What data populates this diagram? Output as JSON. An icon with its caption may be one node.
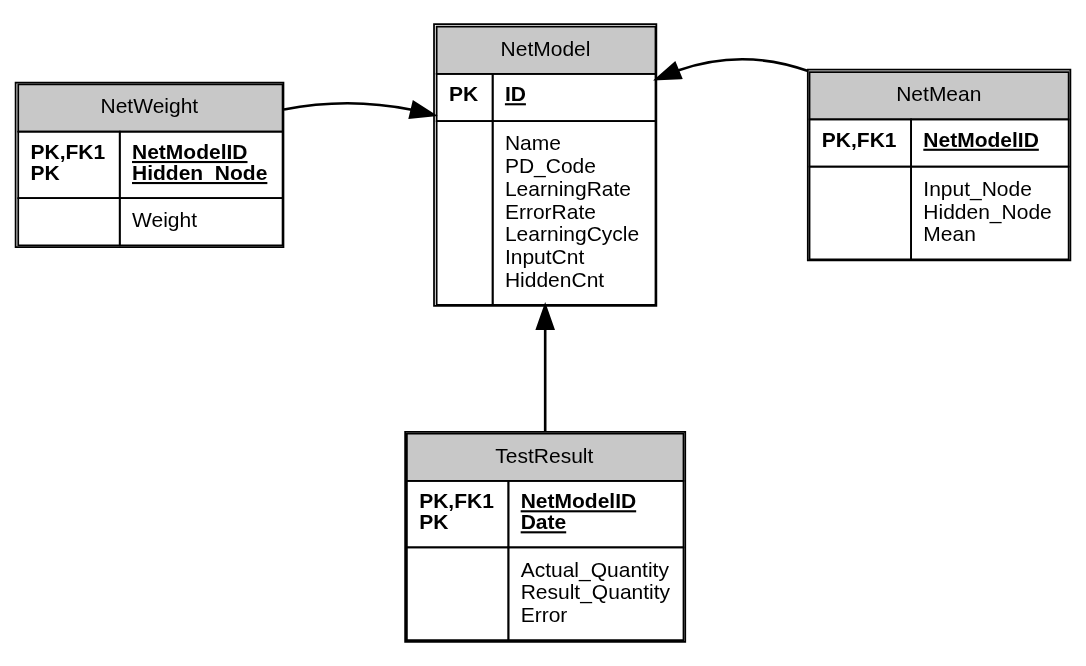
{
  "diagram": {
    "nodes": [
      {
        "text": [
          "NetModel",
          "PK",
          "ID",
          "Name PD_Code LearningRate ErrorRate LearningCycle InputCnt HiddenCnt"
        ]
      },
      {
        "text": [
          "NetWeight",
          "PK,FK1 PK",
          "NetModelID Hidden_Node",
          "Weight"
        ]
      },
      {
        "text": [
          "NetMean",
          "PK,FK1",
          "NetModelID",
          "Input_Node Hidden_Node Mean"
        ]
      },
      {
        "text": [
          "TestResult",
          "PK,FK1 PK",
          "NetModelID Date",
          "Actual_Quantity Result_Quantity Error"
        ]
      }
    ],
    "edges": [
      {
        "from": 1,
        "to": 0,
        "arrow": "to"
      },
      {
        "from": 2,
        "to": 0,
        "arrow": "to"
      },
      {
        "from": 3,
        "to": 0,
        "arrow": "to"
      }
    ]
  }
}
